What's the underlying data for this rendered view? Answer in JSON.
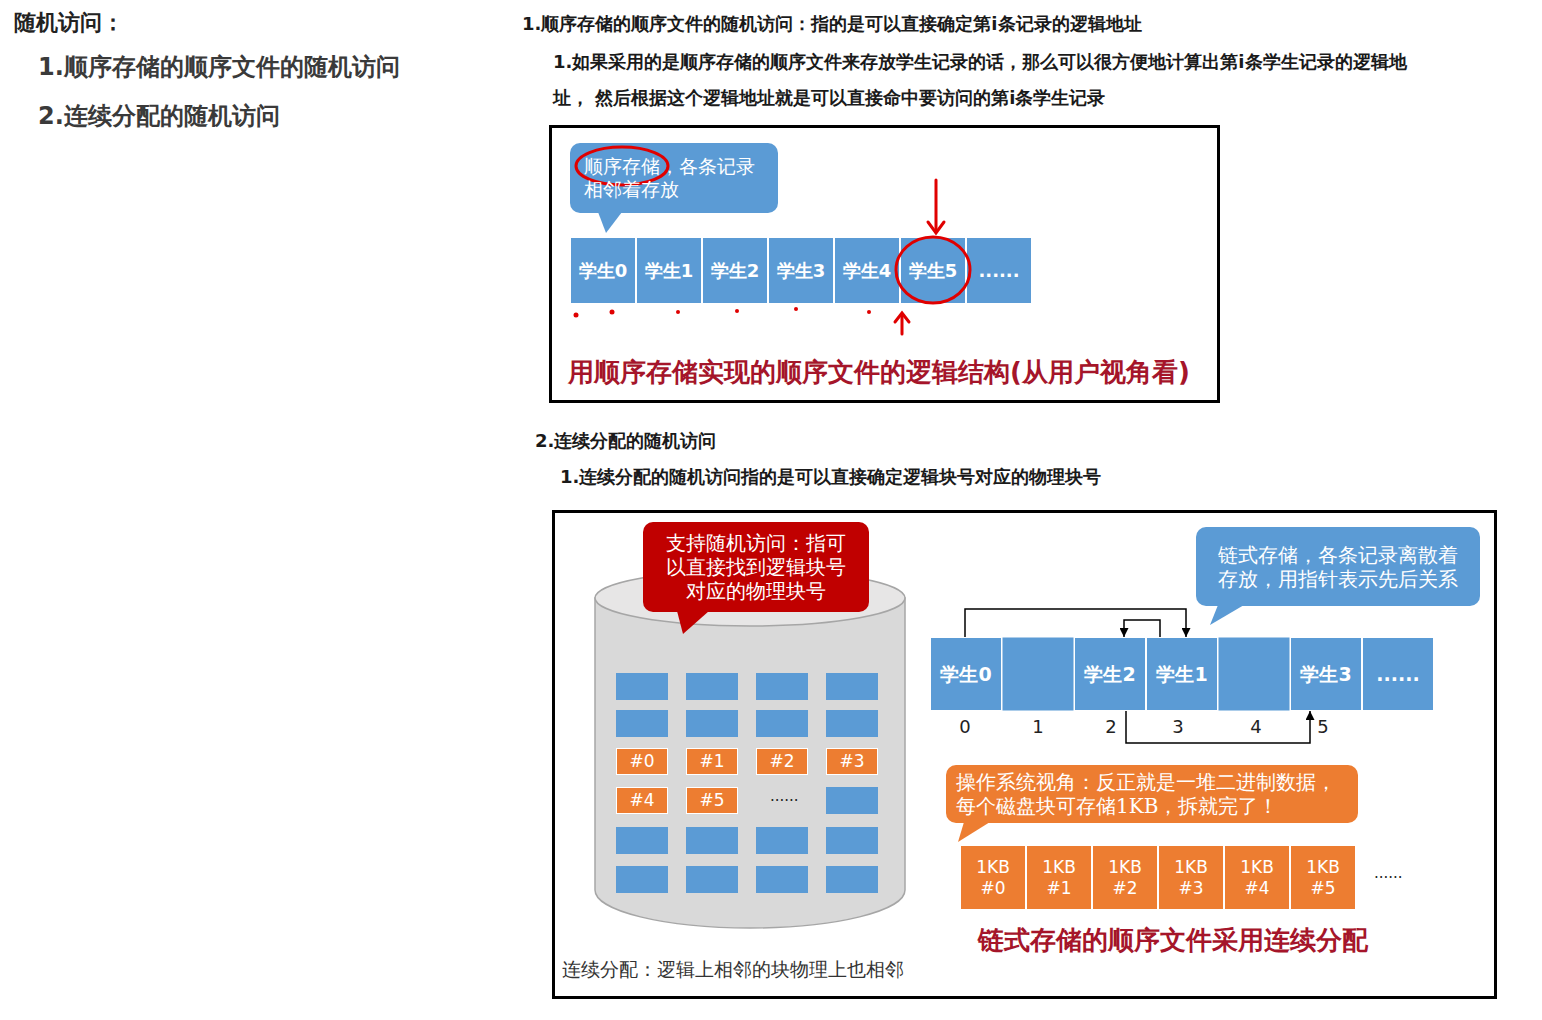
{
  "diagram": {
    "title": "随机访问：",
    "nodes": [
      {
        "text": [
          "用顺序存储实现的顺序文件的逻辑结构(从用户视角看)"
        ]
      },
      {
        "text": [
          "顺序存储，各条记录相邻着存放"
        ],
        "in": 0
      },
      {
        "text": [
          "学生0"
        ],
        "in": 0
      },
      {
        "text": [
          "学生1"
        ],
        "in": 0
      },
      {
        "text": [
          "学生2"
        ],
        "in": 0
      },
      {
        "text": [
          "学生3"
        ],
        "in": 0
      },
      {
        "text": [
          "学生4"
        ],
        "in": 0
      },
      {
        "text": [
          "学生5"
        ],
        "in": 0
      },
      {
        "text": [
          "......"
        ],
        "in": 0
      },
      {
        "text": [
          "链式存储的顺序文件采用连续分配",
          "连续分配：逻辑上相邻的块物理上也相邻"
        ]
      },
      {
        "text": [
          "支持随机访问：指可以直接找到逻辑块号对应的物理块号"
        ],
        "in": 9
      },
      {
        "text": [
          "链式存储，各条记录离散着存放，用指针表示先后关系"
        ],
        "in": 9
      },
      {
        "text": [
          "#0"
        ],
        "in": 9
      },
      {
        "text": [
          "#1"
        ],
        "in": 9
      },
      {
        "text": [
          "#2"
        ],
        "in": 9
      },
      {
        "text": [
          "#3"
        ],
        "in": 9
      },
      {
        "text": [
          "#4"
        ],
        "in": 9
      },
      {
        "text": [
          "#5"
        ],
        "in": 9
      },
      {
        "text": [
          "学生0"
        ],
        "in": 9
      },
      {
        "text": [
          "学生2"
        ],
        "in": 9
      },
      {
        "text": [
          "学生1"
        ],
        "in": 9
      },
      {
        "text": [
          "学生3"
        ],
        "in": 9
      },
      {
        "text": [
          "......"
        ],
        "in": 9
      },
      {
        "text": [
          "操作系统视角：反正就是一堆二进制数据，每个磁盘块可存储1KB，拆就完了！"
        ],
        "in": 9
      },
      {
        "text": [
          "1KB #0"
        ],
        "in": 9
      },
      {
        "text": [
          "1KB #1"
        ],
        "in": 9
      },
      {
        "text": [
          "1KB #2"
        ],
        "in": 9
      },
      {
        "text": [
          "1KB #3"
        ],
        "in": 9
      },
      {
        "text": [
          "1KB #4"
        ],
        "in": 9
      },
      {
        "text": [
          "1KB #5"
        ],
        "in": 9
      }
    ],
    "edges": [
      {
        "from": 18,
        "to": 20,
        "arrow": "to"
      },
      {
        "from": 20,
        "to": 19,
        "arrow": "to"
      },
      {
        "from": 19,
        "to": 21,
        "arrow": "to"
      }
    ],
    "labels": [
      "1.顺序存储的顺序文件的随机访问",
      "2.连续分配的随机访问",
      "1.顺序存储的顺序文件的随机访问：指的是可以直接确定第i条记录的逻辑地址",
      "1.如果采用的是顺序存储的顺序文件来存放学生记录的话，那么可以很方便地计算出第i条学生记录的逻辑地址， 然后根据这个逻辑地址就是可以直接命中要访问的第i条学生记录",
      "2.连续分配的随机访问",
      "1.连续分配的随机访问指的是可以直接确定逻辑块号对应的物理块号",
      "......",
      "0",
      "1",
      "2",
      "3",
      "4",
      "5",
      "......"
    ]
  }
}
